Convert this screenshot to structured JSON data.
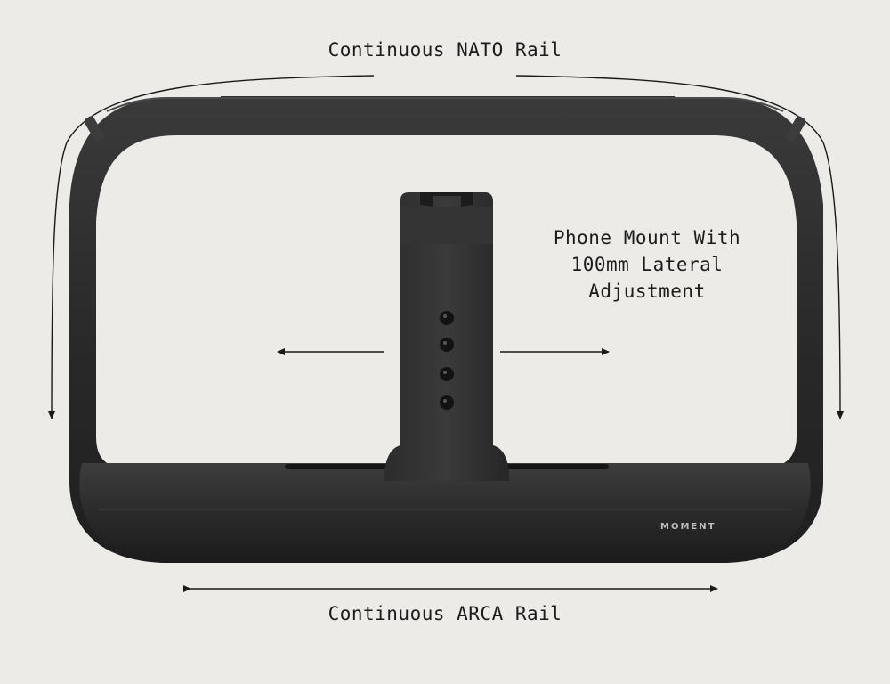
{
  "annotations": {
    "top_rail": "Continuous NATO Rail",
    "bottom_rail": "Continuous ARCA Rail",
    "phone_mount_lines": [
      "Phone Mount With",
      "100mm Lateral",
      "Adjustment"
    ]
  },
  "product": {
    "brand": "MOMENT",
    "icon": "phone-cage-rig",
    "color": "#2a2a2a"
  },
  "colors": {
    "background": "#ecebe7",
    "frame": "#2b2b2b",
    "text": "#1c1c1c"
  }
}
